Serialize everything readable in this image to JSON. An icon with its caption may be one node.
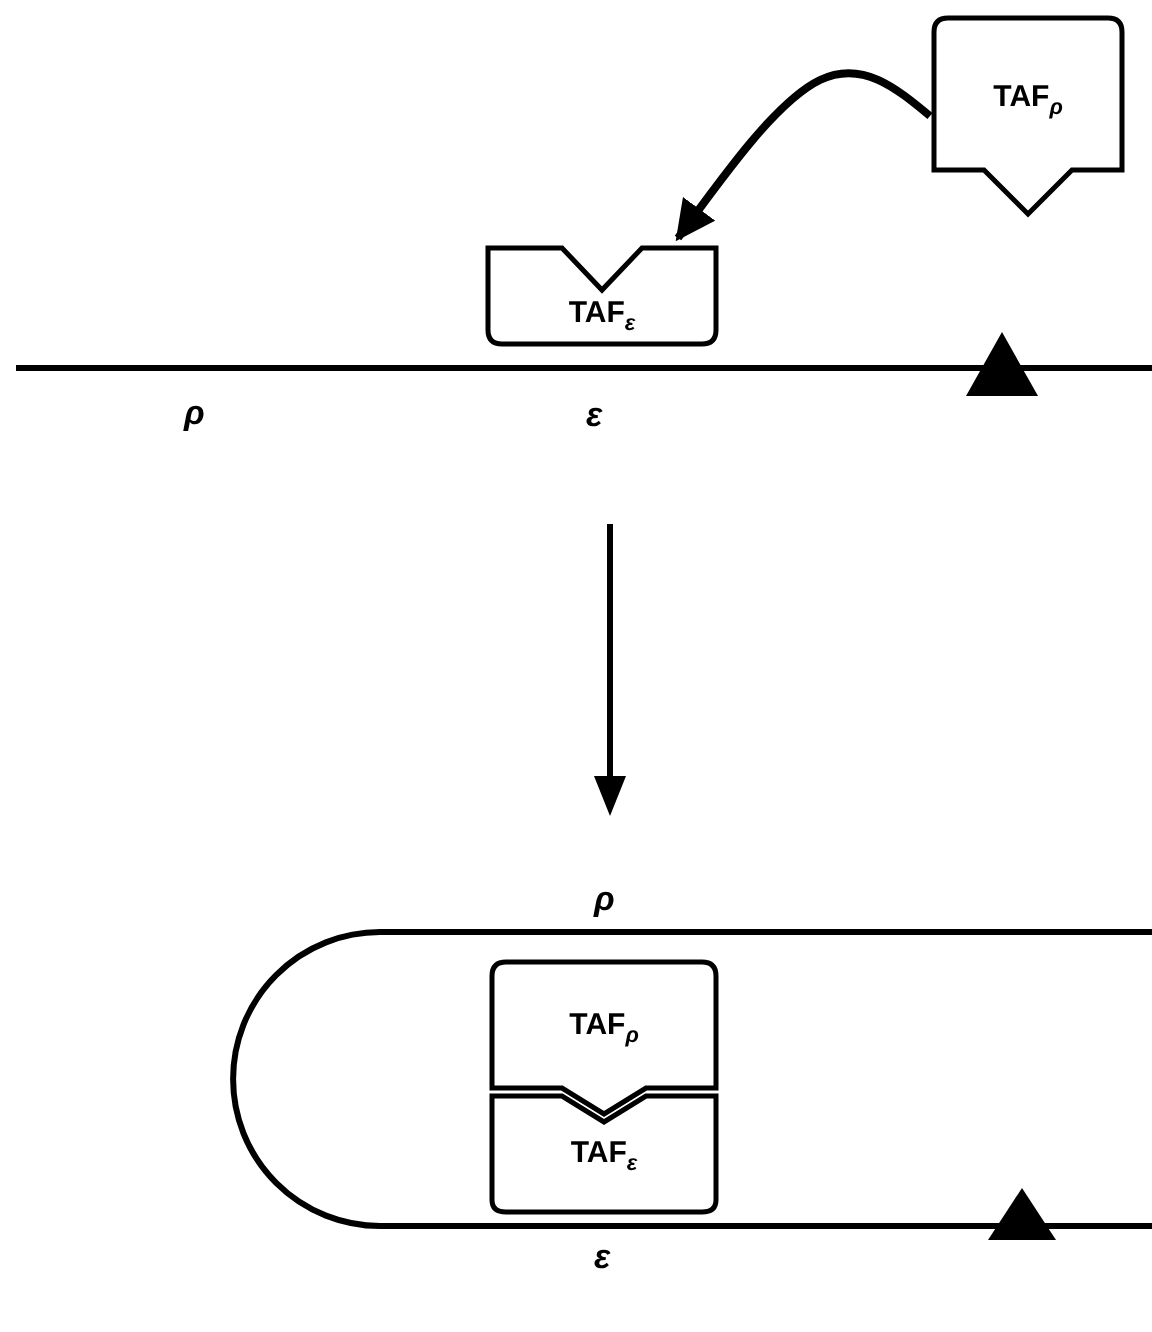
{
  "diagram": {
    "nodes": [
      {
        "text": [
          "TAF$_{ρ}$"
        ]
      },
      {
        "text": [
          "TAF$_{ε}$"
        ]
      },
      {
        "text": [
          "TAF$_{ρ}$"
        ]
      },
      {
        "text": [
          "TAF$_{ε}$"
        ]
      }
    ],
    "edges": [
      {
        "from": 0,
        "to": 1,
        "arrow": "to"
      }
    ],
    "labels": [
      "ρ",
      "ε",
      "ρ",
      "ε"
    ]
  }
}
